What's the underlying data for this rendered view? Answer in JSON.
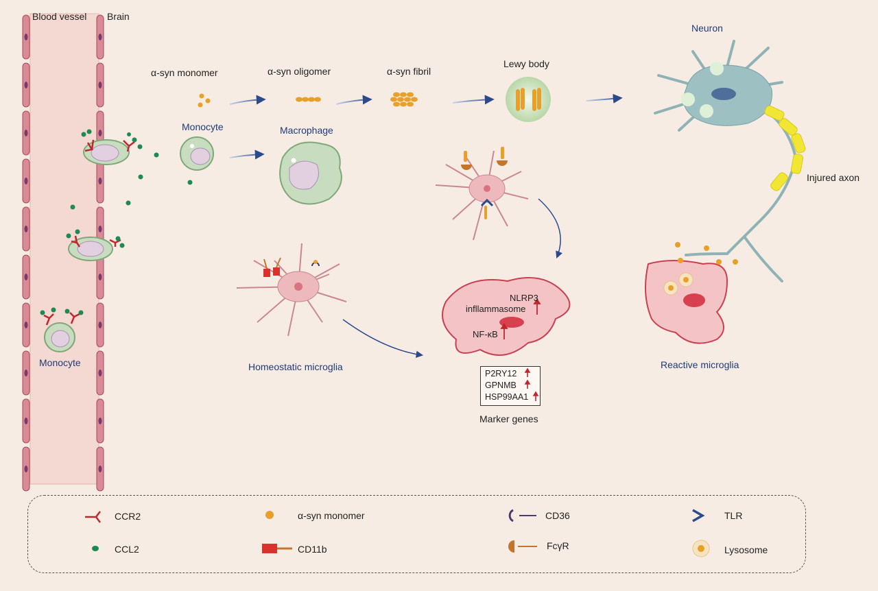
{
  "labels": {
    "blood_vessel": "Blood vessel",
    "brain": "Brain",
    "monomer": "α-syn monomer",
    "oligomer": "α-syn oligomer",
    "fibril": "α-syn fibril",
    "lewy_body": "Lewy body",
    "neuron": "Neuron",
    "monocyte_top": "Monocyte",
    "macrophage": "Macrophage",
    "injured_axon": "Injured axon",
    "monocyte_bottom": "Monocyte",
    "homeostatic": "Homeostatic microglia",
    "reactive": "Reactive microglia",
    "nlrp3": "NLRP3",
    "inflammasome": "infllammasome",
    "nfkb": "NF-κB",
    "marker_genes": "Marker genes"
  },
  "marker_genes": [
    "P2RY12",
    "GPNMB",
    "HSP99AA1"
  ],
  "legend": [
    {
      "icon": "ccr2-icon",
      "label": "CCR2"
    },
    {
      "icon": "ccl2-icon",
      "label": "CCL2"
    },
    {
      "icon": "monomer-icon",
      "label": "α-syn monomer"
    },
    {
      "icon": "cd11b-icon",
      "label": "CD11b"
    },
    {
      "icon": "cd36-icon",
      "label": "CD36"
    },
    {
      "icon": "fcgr-icon",
      "label": "FcγR"
    },
    {
      "icon": "tlr-icon",
      "label": "TLR"
    },
    {
      "icon": "lysosome-icon",
      "label": "Lysosome"
    }
  ],
  "colors": {
    "background": "#f6ece4",
    "vessel": "#c96d7b",
    "vessel_fill": "#f4d9d2",
    "cell_green": "#a9c9a0",
    "microglia": "#eeb9bd",
    "neuron": "#8fb3b5",
    "alpha_syn": "#e8a028",
    "arrow": "#2a4a8c",
    "up_arrow": "#c0272d",
    "myelin": "#f1e634"
  }
}
